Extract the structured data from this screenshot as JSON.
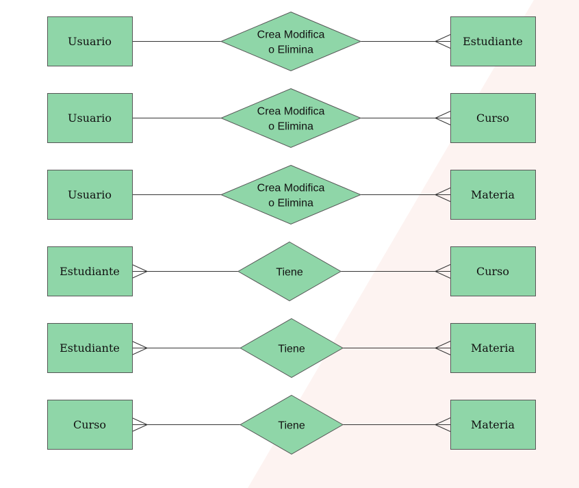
{
  "colors": {
    "entity_fill": "#8fd6a8",
    "relation_fill": "#8fd6a8",
    "stroke": "#555555",
    "line": "#333333",
    "background": "#ffffff",
    "background_wedge": "#fdf3f1"
  },
  "relationships": [
    {
      "left": "Usuario",
      "left_cardinality": "one",
      "relation": [
        "Crea Modifica",
        "o Elimina"
      ],
      "right": "Estudiante",
      "right_cardinality": "many"
    },
    {
      "left": "Usuario",
      "left_cardinality": "one",
      "relation": [
        "Crea Modifica",
        "o Elimina"
      ],
      "right": "Curso",
      "right_cardinality": "many"
    },
    {
      "left": "Usuario",
      "left_cardinality": "one",
      "relation": [
        "Crea Modifica",
        "o Elimina"
      ],
      "right": "Materia",
      "right_cardinality": "many"
    },
    {
      "left": "Estudiante",
      "left_cardinality": "many",
      "relation": [
        "Tiene"
      ],
      "right": "Curso",
      "right_cardinality": "many"
    },
    {
      "left": "Estudiante",
      "left_cardinality": "many",
      "relation": [
        "Tiene"
      ],
      "right": "Materia",
      "right_cardinality": "many"
    },
    {
      "left": "Curso",
      "left_cardinality": "many",
      "relation": [
        "Tiene"
      ],
      "right": "Materia",
      "right_cardinality": "many"
    }
  ]
}
